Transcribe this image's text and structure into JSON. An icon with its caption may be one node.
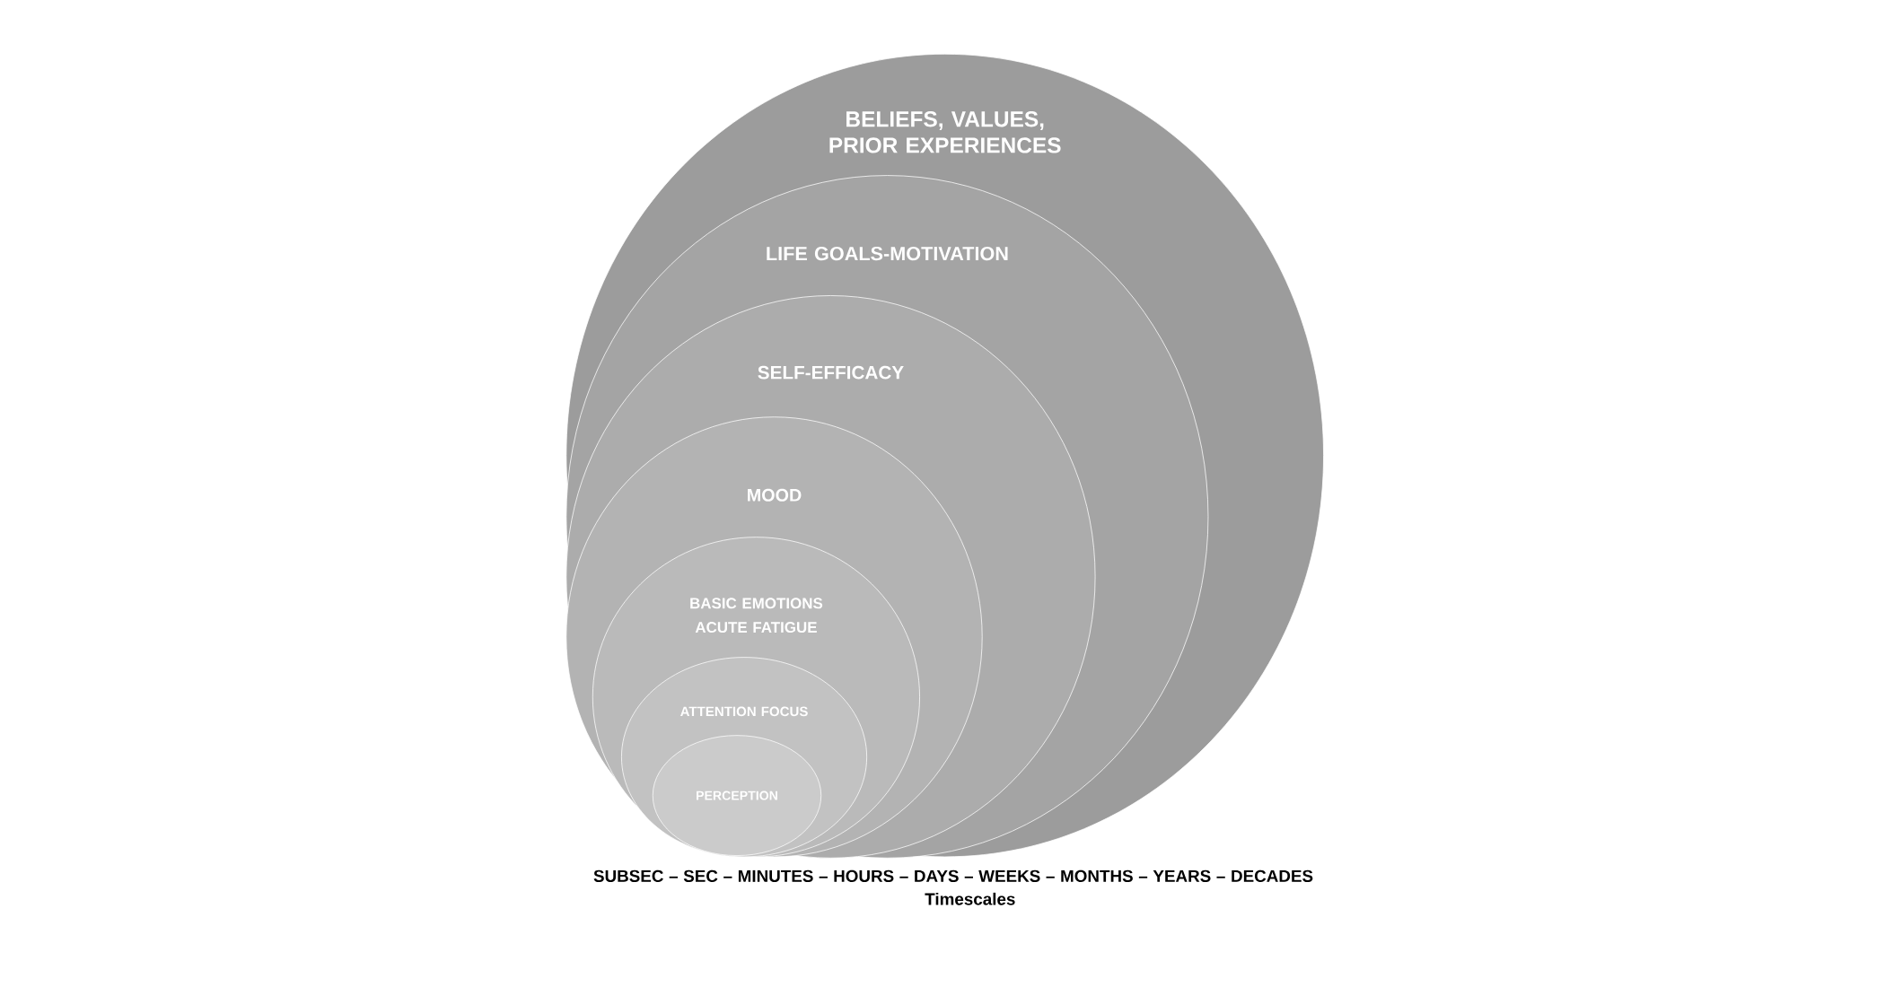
{
  "diagram": {
    "nodes": [
      {
        "text": [
          "BELIEFS, VALUES, PRIOR EXPERIENCES"
        ]
      },
      {
        "text": [
          "LIFE GOALS-MOTIVATION"
        ],
        "in": 0
      },
      {
        "text": [
          "SELF-EFFICACY"
        ],
        "in": 1
      },
      {
        "text": [
          "MOOD"
        ],
        "in": 2
      },
      {
        "text": [
          "BASIC EMOTIONS",
          "ACUTE FATIGUE"
        ],
        "in": 3
      },
      {
        "text": [
          "ATTENTION FOCUS"
        ],
        "in": 4
      },
      {
        "text": [
          "PERCEPTION"
        ],
        "in": 5
      }
    ],
    "edges": [],
    "labels": [
      "SUBSEC – SEC – MINUTES – HOURS – DAYS – WEEKS – MONTHS – YEARS – DECADES",
      "Timescales"
    ]
  }
}
